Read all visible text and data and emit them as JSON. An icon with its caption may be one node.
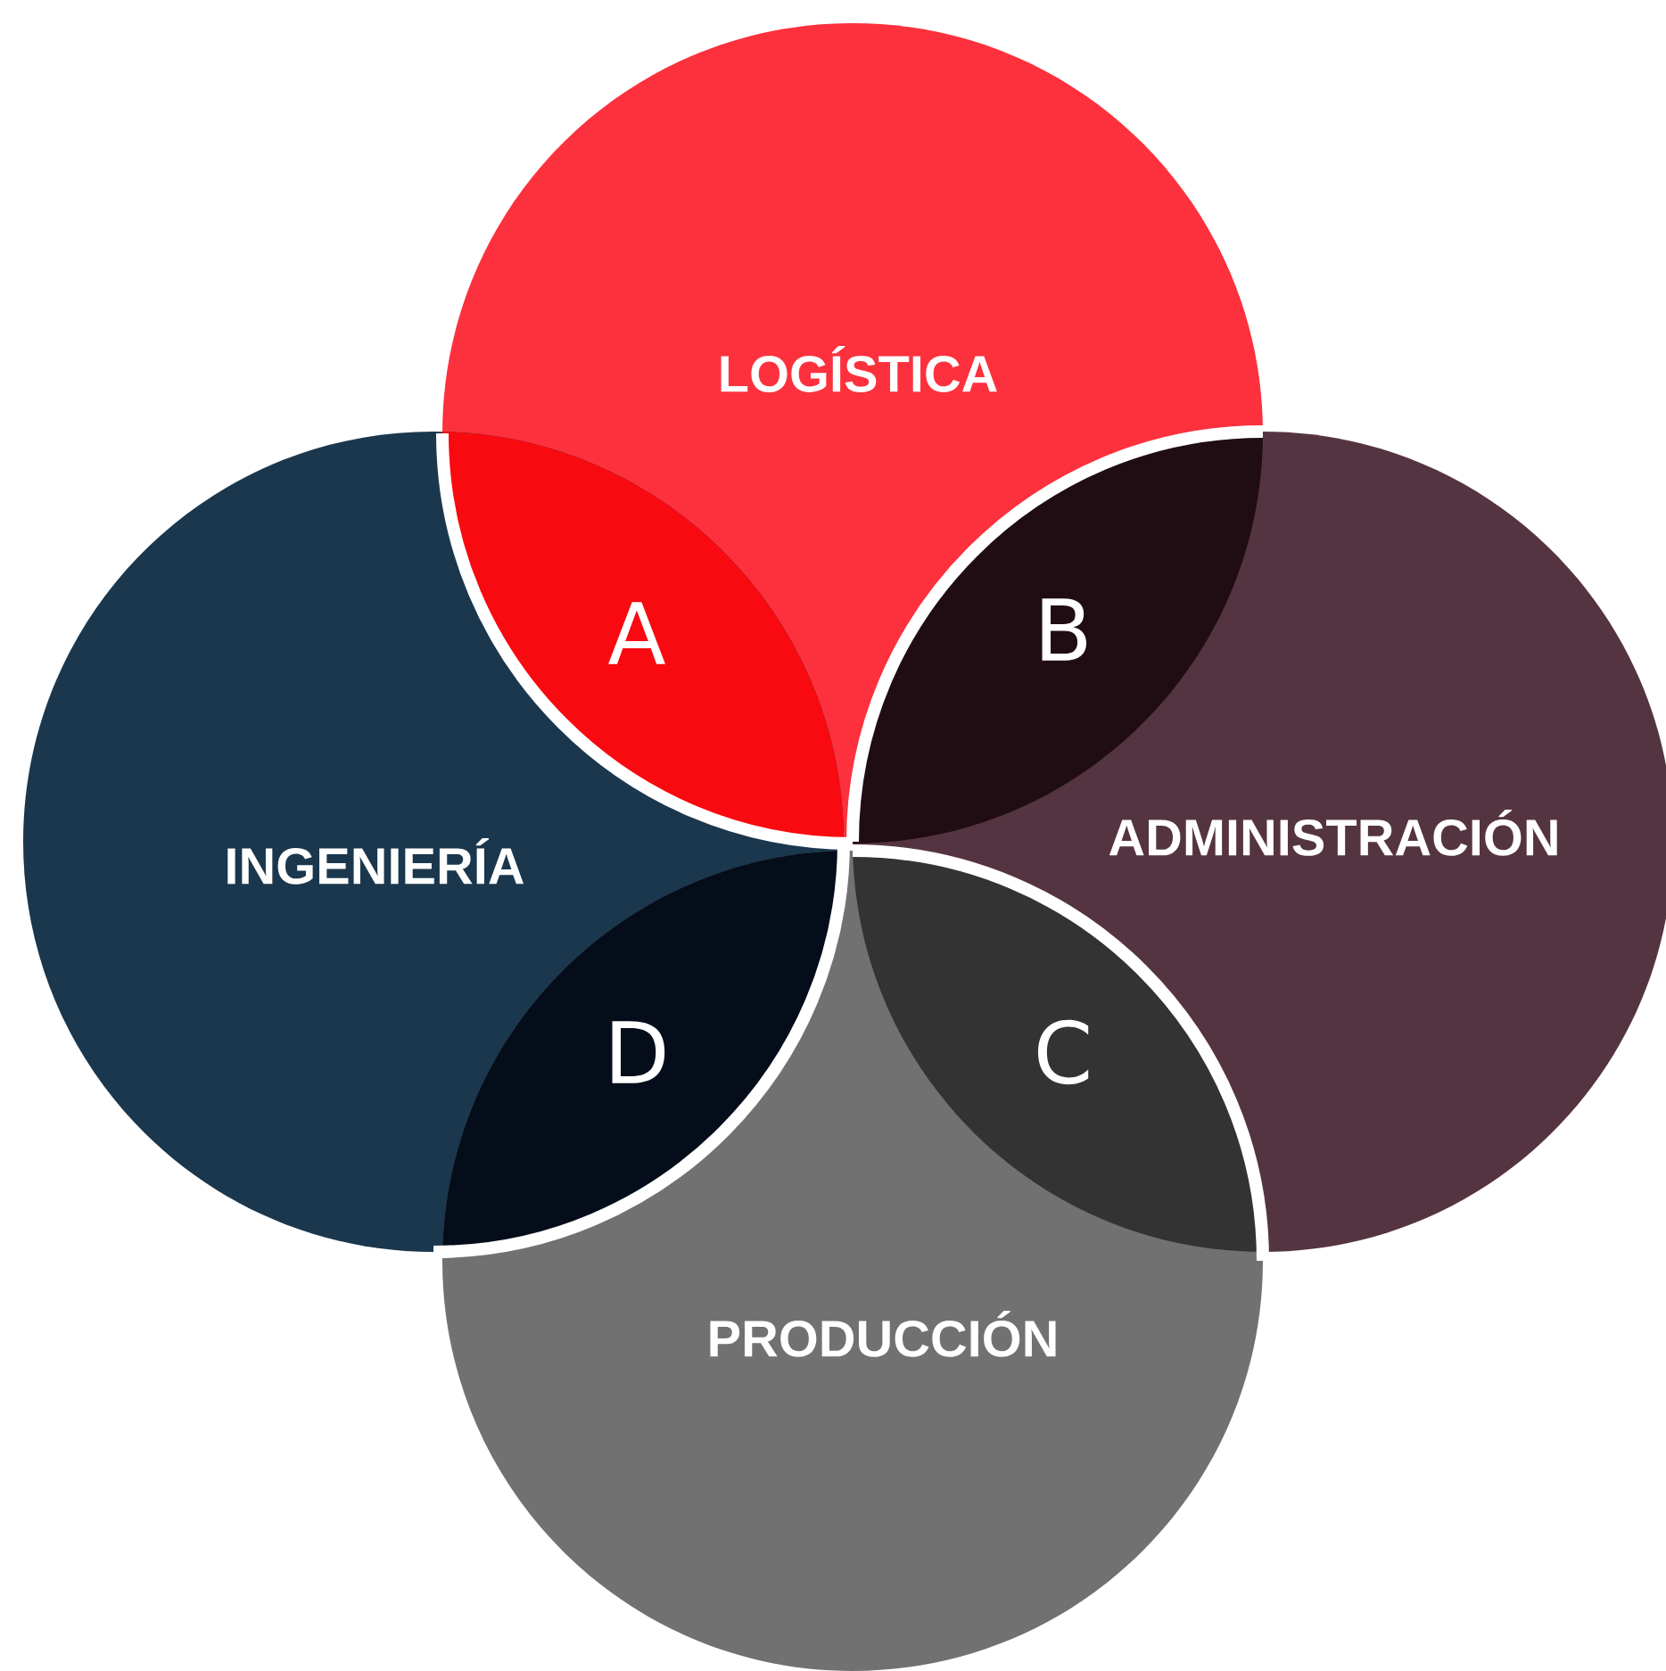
{
  "diagram": {
    "nodes": [
      {
        "text": [
          "LOGÍSTICA"
        ]
      },
      {
        "text": [
          "INGENIERÍA"
        ]
      },
      {
        "text": [
          "ADMINISTRACIÓN"
        ]
      },
      {
        "text": [
          "PRODUCCIÓN"
        ]
      },
      {
        "text": [
          "A"
        ]
      },
      {
        "text": [
          "B"
        ]
      },
      {
        "text": [
          "C"
        ]
      },
      {
        "text": [
          "D"
        ]
      }
    ]
  }
}
